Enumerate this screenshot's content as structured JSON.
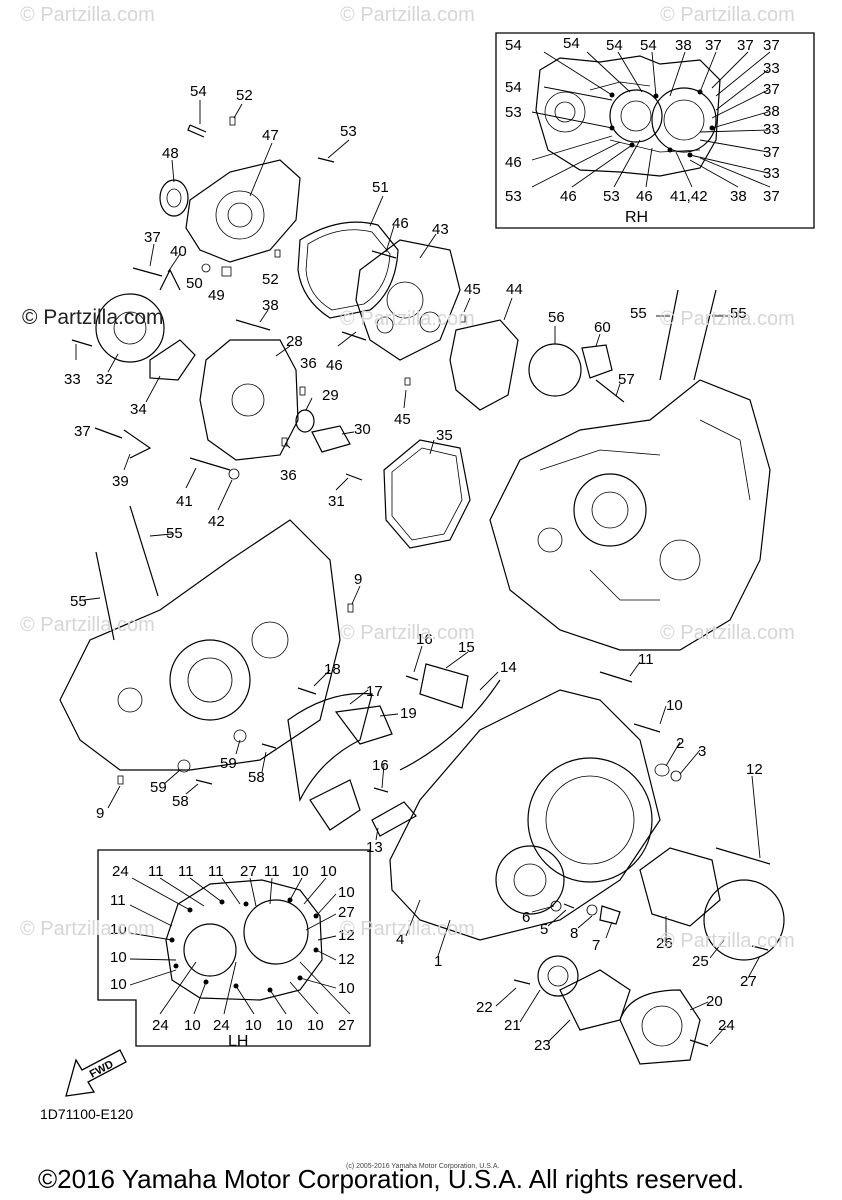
{
  "watermark": {
    "text": "© Partzilla.com"
  },
  "diagram_code": "1D71100-E120",
  "tiny_copyright": "(c) 2005-2016 Yamaha Motor Corporation, U.S.A.",
  "footer_copyright": "©2016 Yamaha Motor Corporation, U.S.A. All rights reserved.",
  "insets": {
    "rh_label": "RH",
    "lh_label": "LH"
  },
  "fwd_label": "FWD",
  "labels": {
    "n54a": "54",
    "n52a": "52",
    "n47": "47",
    "n53a": "53",
    "n48": "48",
    "n37a": "37",
    "n40": "40",
    "n50": "50",
    "n49": "49",
    "n52b": "52",
    "n51": "51",
    "n46a": "46",
    "n43": "43",
    "n33a": "33",
    "n32": "32",
    "n34": "34",
    "n38a": "38",
    "n28": "28",
    "n36a": "36",
    "n46b": "46",
    "n45a": "45",
    "n44": "44",
    "n56": "56",
    "n60": "60",
    "n55a": "55",
    "n55b": "55",
    "n57": "57",
    "n29": "29",
    "n45b": "45",
    "n37b": "37",
    "n30": "30",
    "n35": "35",
    "n39": "39",
    "n36b": "36",
    "n41": "41",
    "n42": "42",
    "n31": "31",
    "n55c": "55",
    "n55d": "55",
    "n9a": "9",
    "n16a": "16",
    "n15": "15",
    "n14": "14",
    "n11a": "11",
    "n18": "18",
    "n17": "17",
    "n19": "19",
    "n10a": "10",
    "n2": "2",
    "n3": "3",
    "n59a": "59",
    "n58a": "58",
    "n59b": "59",
    "n58b": "58",
    "n16b": "16",
    "n12": "12",
    "n9b": "9",
    "n13": "13",
    "n6": "6",
    "n5": "5",
    "n8": "8",
    "n7": "7",
    "n4": "4",
    "n26": "26",
    "n1": "1",
    "n25": "25",
    "n27": "27",
    "n22": "22",
    "n21": "21",
    "n20": "20",
    "n23": "23",
    "n24": "24",
    "rh1": "54",
    "rh2": "54",
    "rh3": "54",
    "rh4": "54",
    "rh5": "38",
    "rh6": "37",
    "rh7": "37",
    "rh8": "37",
    "rh9": "54",
    "rh10": "33",
    "rh11": "37",
    "rh12": "53",
    "rh13": "38",
    "rh14": "33",
    "rh15": "46",
    "rh16": "37",
    "rh17": "33",
    "rh18": "53",
    "rh19": "46",
    "rh20": "53",
    "rh21": "46",
    "rh22": "41,42",
    "rh23": "38",
    "rh24": "37",
    "lh1": "24",
    "lh2": "11",
    "lh3": "11",
    "lh4": "11",
    "lh5": "27",
    "lh6": "11",
    "lh7": "10",
    "lh8": "10",
    "lh9": "11",
    "lh10": "10",
    "lh11": "27",
    "lh12": "10",
    "lh13": "12",
    "lh14": "10",
    "lh15": "12",
    "lh16": "10",
    "lh17": "10",
    "lh18": "24",
    "lh19": "10",
    "lh20": "24",
    "lh21": "10",
    "lh22": "10",
    "lh23": "10",
    "lh24": "27"
  }
}
